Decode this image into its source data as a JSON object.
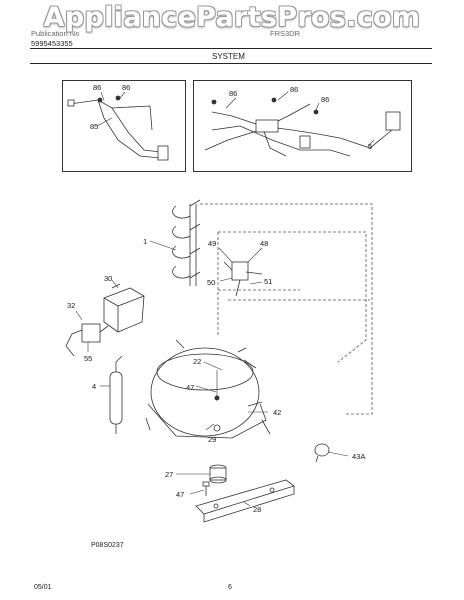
{
  "watermark": "AppliancePartsPros.com",
  "header": {
    "left_line1": "Publication No",
    "left_line2": "5995453355",
    "model": "FRS3DR",
    "section": "SYSTEM"
  },
  "callouts": {
    "p85": "85",
    "p86a": "86",
    "p86b": "86",
    "p86c": "86",
    "p86d": "86",
    "p5": "5",
    "p1": "1",
    "p49": "49",
    "p48": "48",
    "p50": "50",
    "p51": "51",
    "p30": "30",
    "p32": "32",
    "p55": "55",
    "p4": "4",
    "p22": "22",
    "p47a": "47",
    "p42": "42",
    "p29": "29",
    "p43a": "43A",
    "p27": "27",
    "p47b": "47",
    "p28": "28"
  },
  "reference_code": "P08S0237",
  "footer": {
    "date": "05/01",
    "page": "6"
  }
}
